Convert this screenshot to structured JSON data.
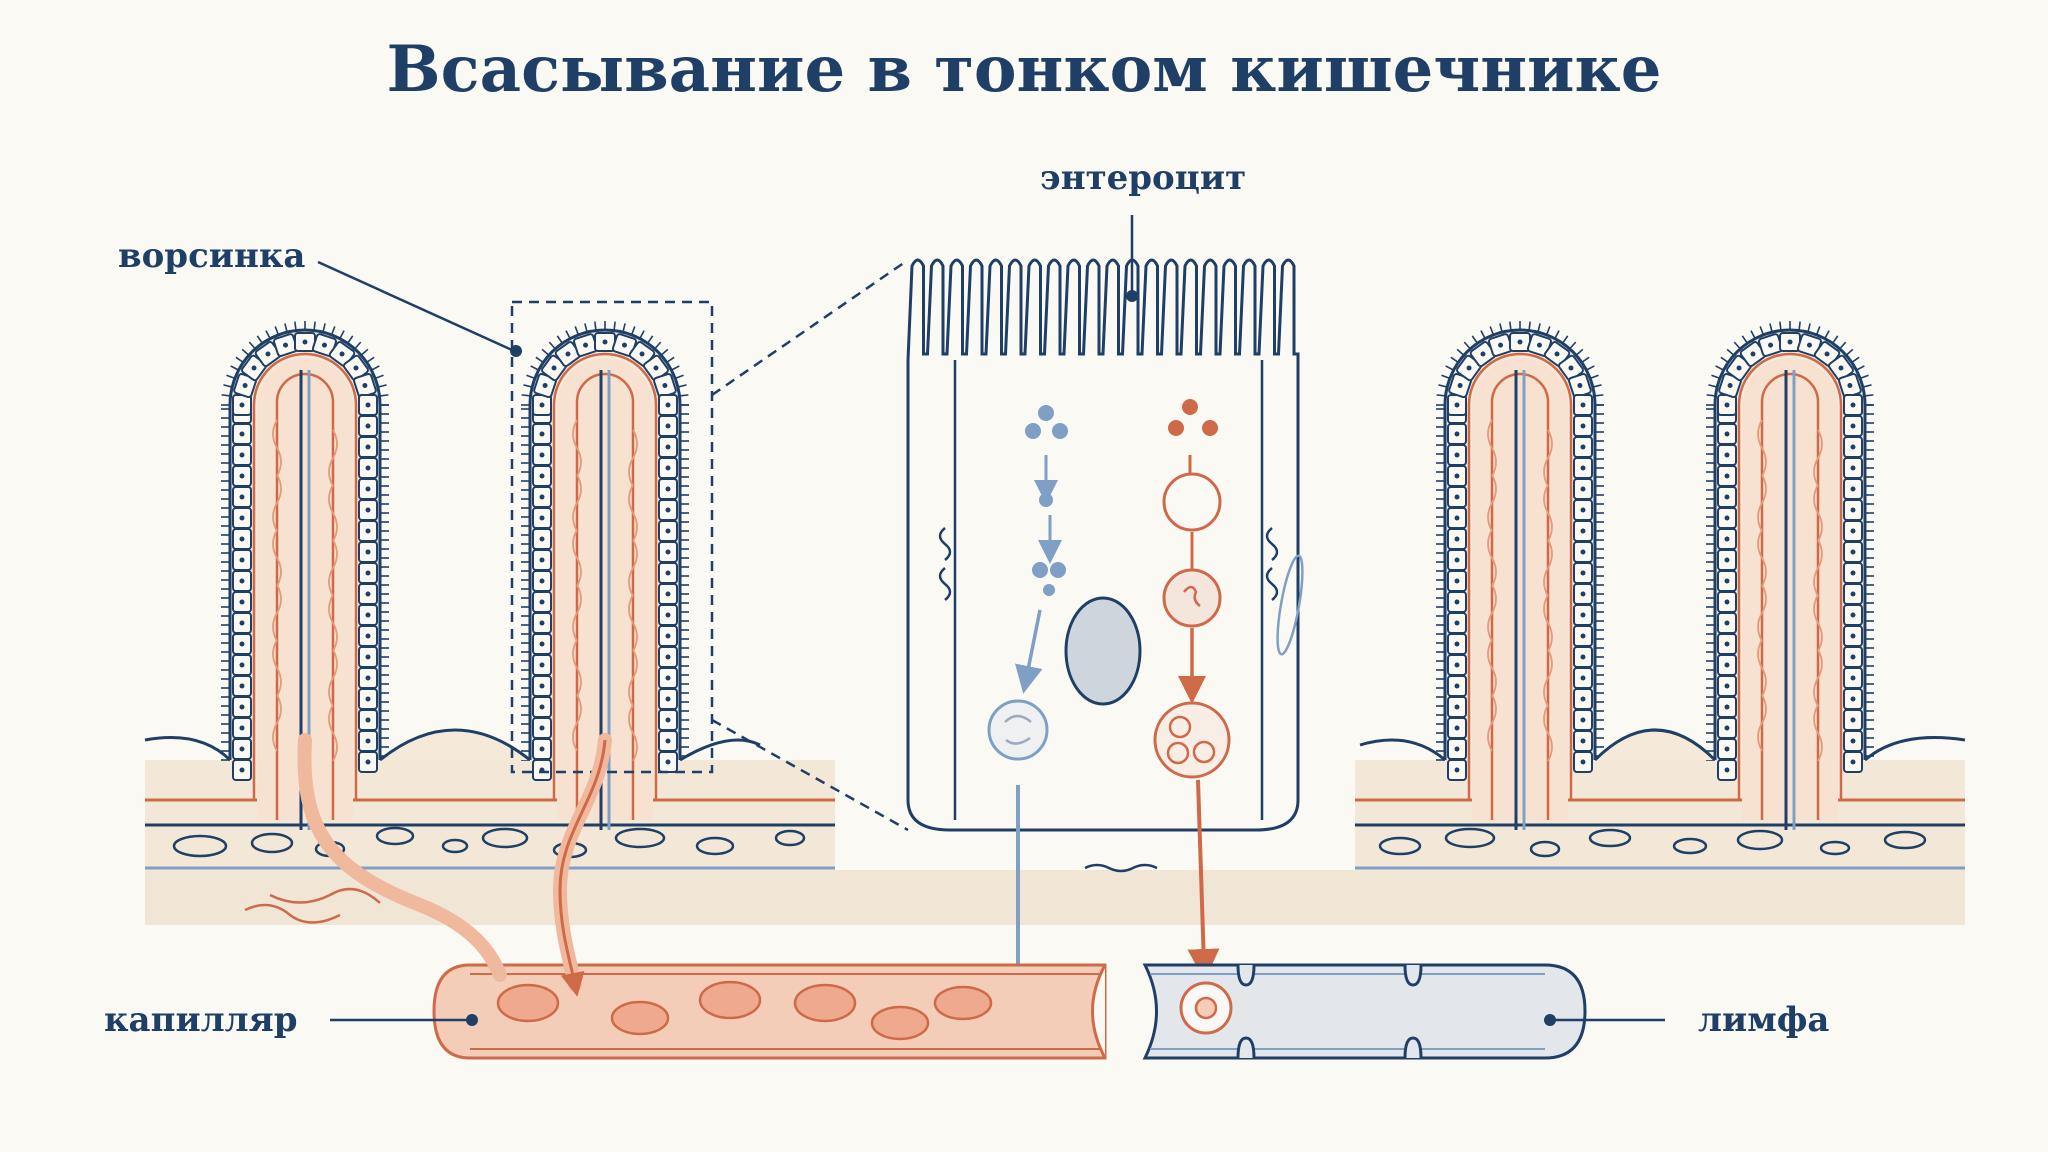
{
  "title": "Всасывание в тонком кишечнике",
  "labels": {
    "enterocyte": "энтероцит",
    "villus": "ворсинка",
    "capillary": "капилляр",
    "lymph": "лимфа"
  },
  "colors": {
    "navy": "#1f3f66",
    "blue": "#7f9fc4",
    "orange": "#cf6a49",
    "peach": "#f0cbb6",
    "cream": "#f5e9d9",
    "background": "#fbf9f4",
    "lymph_fill": "#e3e6ea"
  }
}
